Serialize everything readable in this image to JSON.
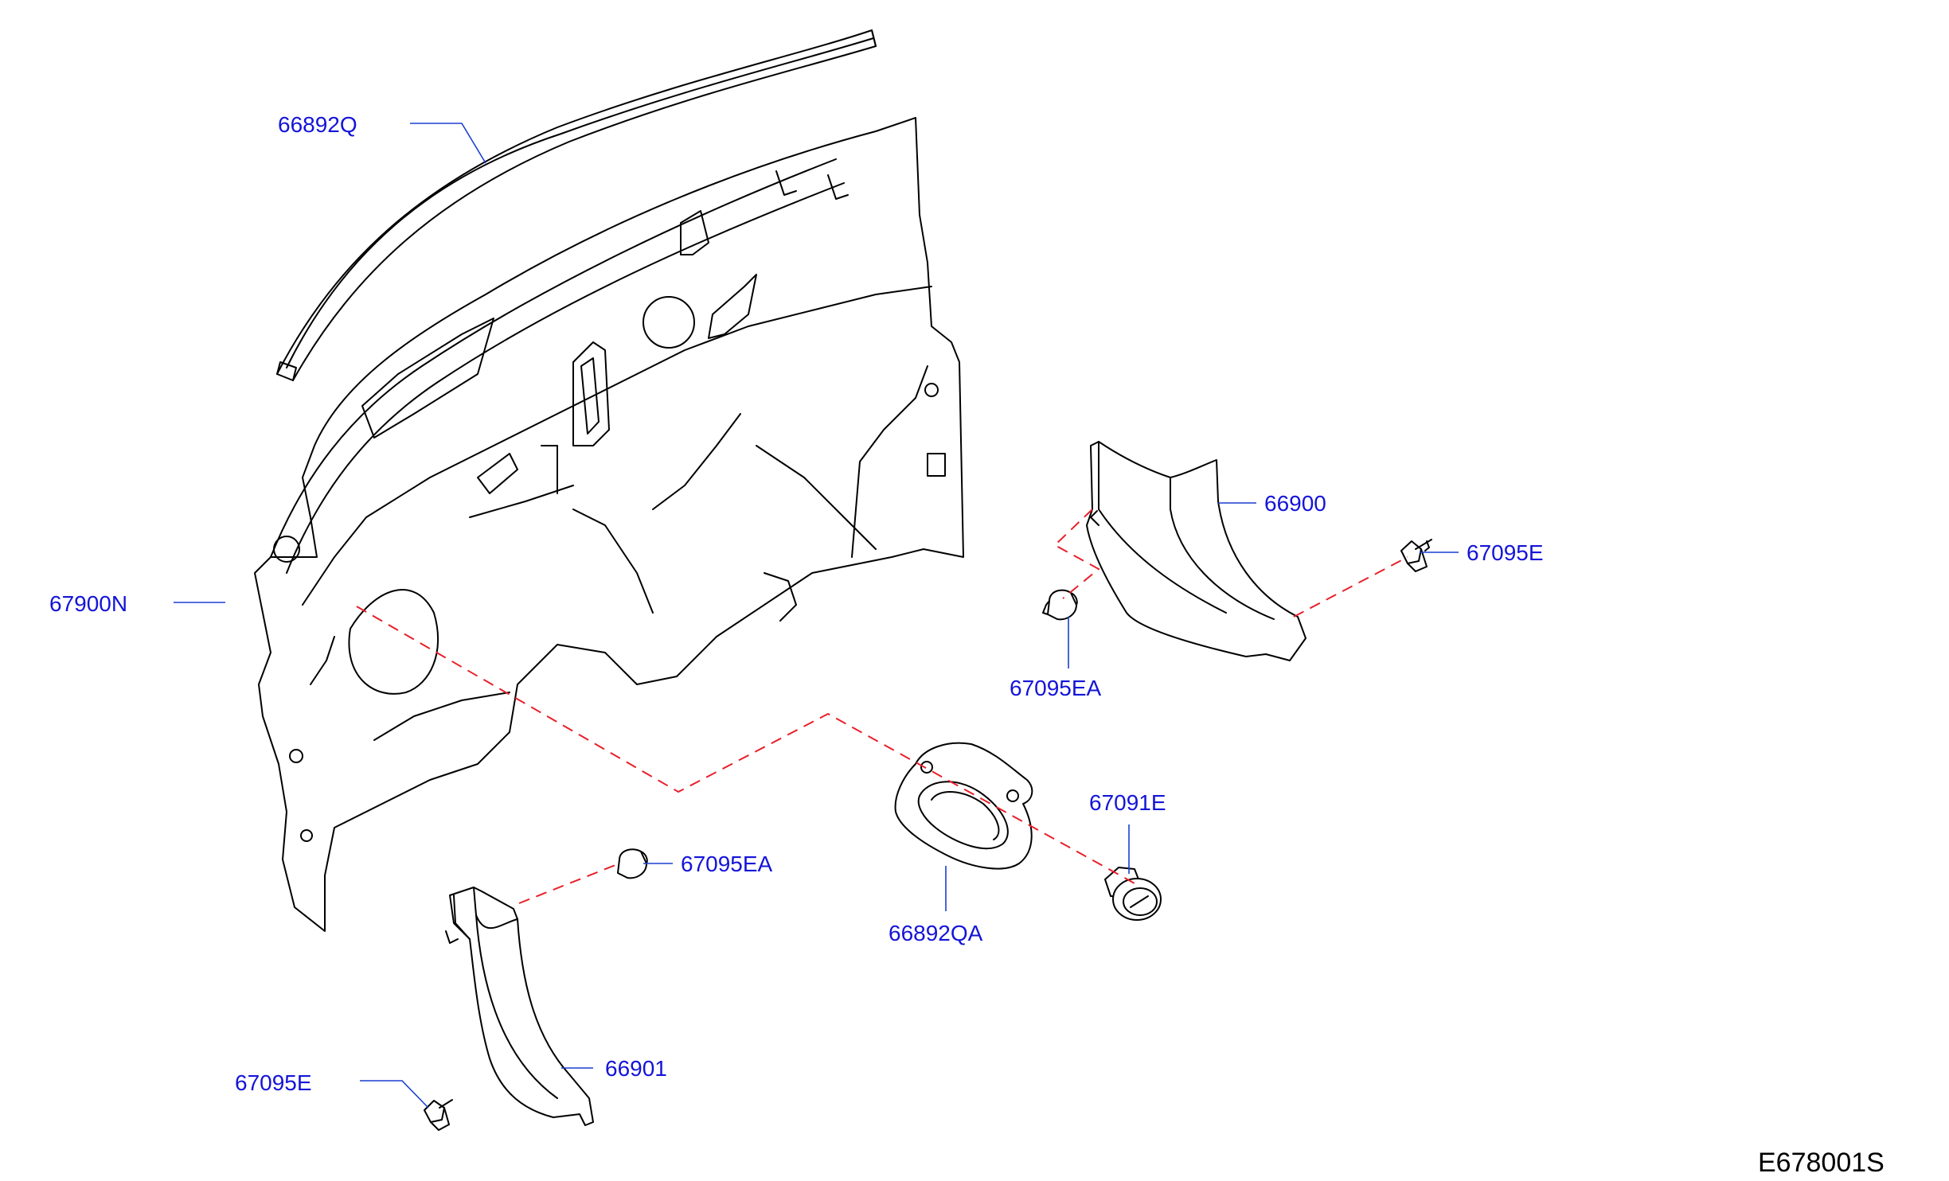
{
  "colors": {
    "callout_text": "#1414d8",
    "leader_line": "#1a3fcf",
    "assembly_line": "#e8202a",
    "outline": "#000000"
  },
  "labels": {
    "weatherstrip_top": "66892Q",
    "dash_insulator": "67900N",
    "side_cover_right": "66900",
    "screw_right": "67095E",
    "clip_right": "67095EA",
    "grommet": "67091E",
    "grommet_seal": "66892QA",
    "clip_left": "67095EA",
    "side_cover_left": "66901",
    "screw_left": "67095E"
  },
  "reference_code": "E678001S"
}
